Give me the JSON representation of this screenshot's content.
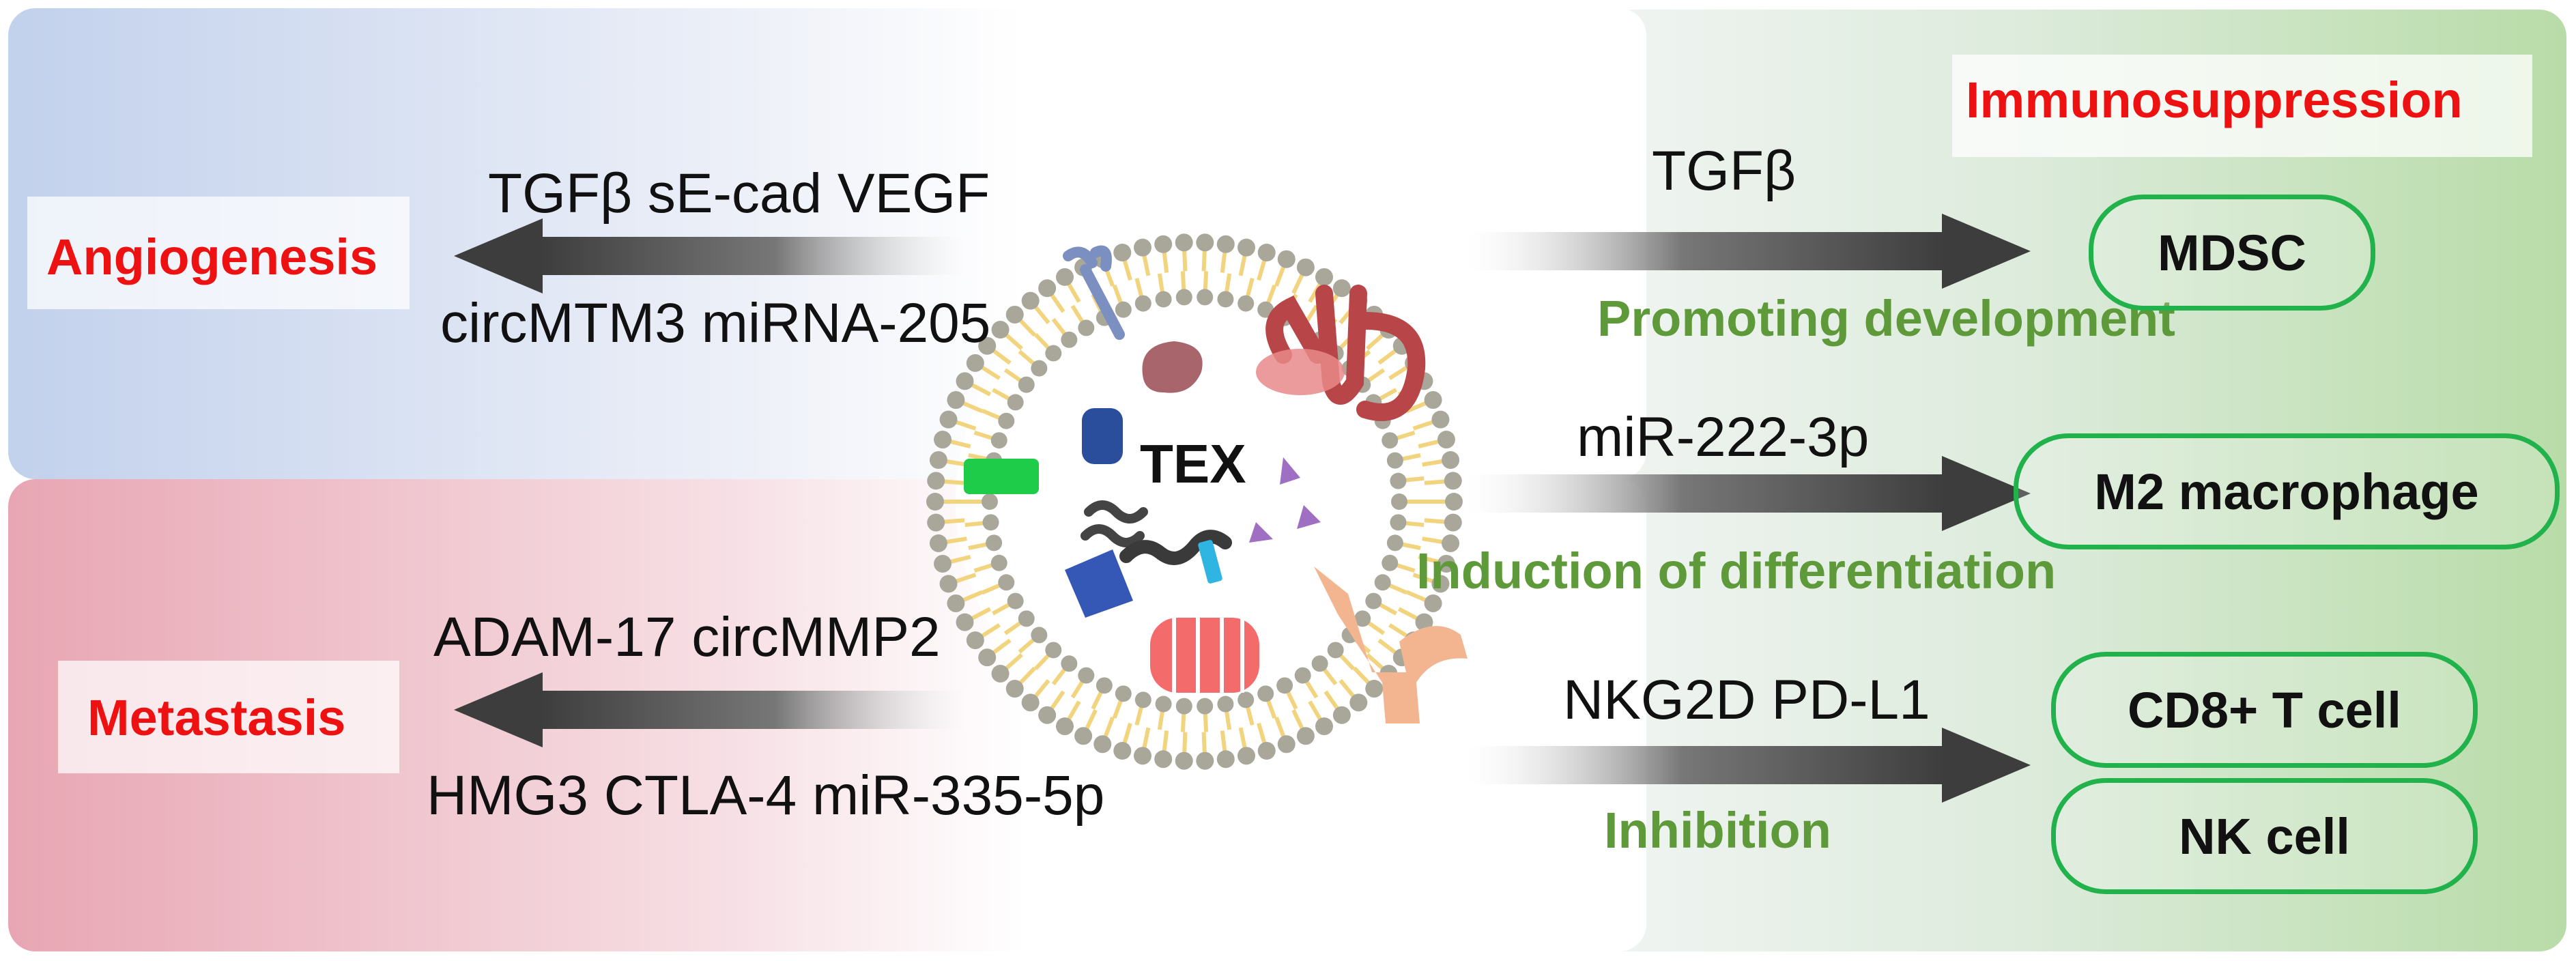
{
  "left": {
    "angiogenesis": {
      "label": "Angiogenesis",
      "molecules_top": "TGFβ  sE-cad  VEGF",
      "molecules_bottom": "circMTM3  miRNA-205"
    },
    "metastasis": {
      "label": "Metastasis",
      "molecules_top": "ADAM-17  circMMP2",
      "molecules_bottom": "HMG3  CTLA-4  miR-335-5p"
    }
  },
  "center": {
    "label": "TEX"
  },
  "right": {
    "heading": "Immunosuppression",
    "mdsc": {
      "molecule": "TGFβ",
      "effect": "Promoting development",
      "cell": "MDSC"
    },
    "macrophage": {
      "molecule": "miR-222-3p",
      "effect": "Induction of differentiation",
      "cell": "M2 macrophage"
    },
    "inhibition": {
      "molecule": "NKG2D  PD-L1",
      "effect": "Inhibition",
      "cells": [
        "CD8+ T cell",
        "NK cell"
      ]
    }
  },
  "colors": {
    "angiogenesis_panel": "#c2d1ec",
    "metastasis_panel": "#e8a6b3",
    "immunosuppression_panel": "#b8dca8",
    "red_text": "#ee1111",
    "green_text": "#5e9a3a",
    "cell_border": "#22b24c",
    "membrane_beads": "#a9a79a",
    "membrane_tails": "#f2d47f"
  }
}
